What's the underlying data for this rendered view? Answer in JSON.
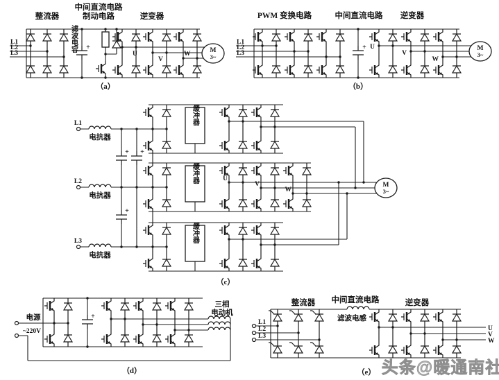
{
  "a": {
    "h_rect": "整流器",
    "h_dc": "中间直流电路",
    "h_brake": "制动电路",
    "h_inv": "逆变器",
    "filter_cap": "滤波电容",
    "l1": "L1",
    "l2": "L2",
    "l3": "L3",
    "u": "U",
    "v": "V",
    "w": "W",
    "m": "M",
    "ph": "3~",
    "cap": "（a）"
  },
  "b": {
    "h_pwm": "PWM 变换电路",
    "h_dc": "中间直流电路",
    "h_inv": "逆变器",
    "l1": "L1",
    "l2": "L2",
    "l3": "L3",
    "u": "U",
    "v": "V",
    "w": "W",
    "m": "M",
    "ph": "3~",
    "cap": "（b）"
  },
  "c": {
    "l1": "L1",
    "l2": "L2",
    "l3": "L3",
    "reactor": "电抗器",
    "buffer": "缓冲器",
    "u": "U",
    "v": "V",
    "w": "W",
    "m": "M",
    "ph": "3~",
    "cap": "（c）"
  },
  "d": {
    "power": "电源",
    "volt": "~220V",
    "m1": "三相",
    "m2": "电动机",
    "cap": "（d）"
  },
  "e": {
    "h_rect": "整流器",
    "h_dc": "中间直流电路",
    "ind": "滤波电感",
    "h_inv": "逆变器",
    "l1": "L1",
    "l2": "L2",
    "l3": "L3",
    "u": "U",
    "v": "V",
    "w": "W",
    "cap": "（e）"
  },
  "plus": "+",
  "watermark": "头条@暖通南社"
}
